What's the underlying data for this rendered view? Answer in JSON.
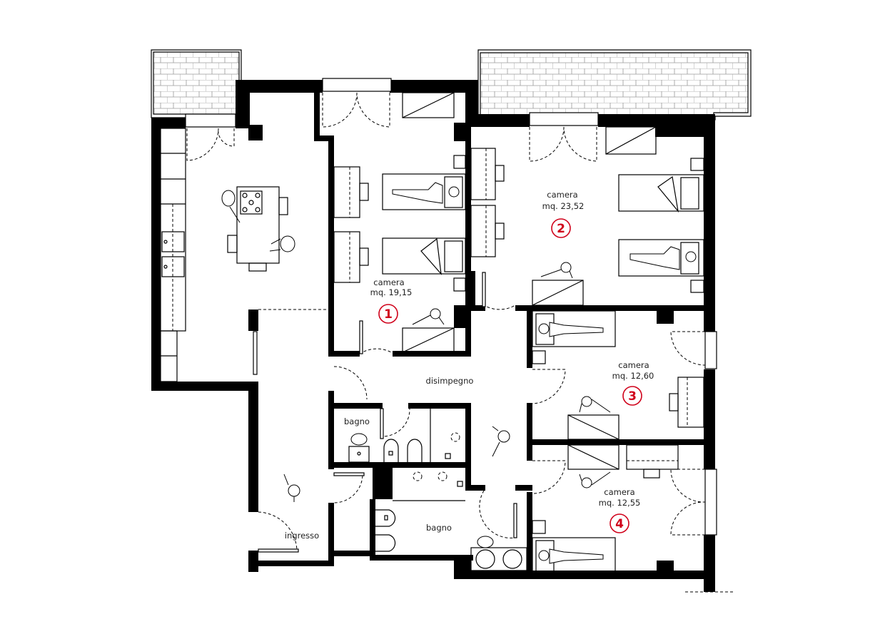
{
  "plan": {
    "rooms": [
      {
        "id": "camera-1",
        "name": "camera",
        "area": "mq. 19,15",
        "number": "1"
      },
      {
        "id": "camera-2",
        "name": "camera",
        "area": "mq. 23,52",
        "number": "2"
      },
      {
        "id": "camera-3",
        "name": "camera",
        "area": "mq. 12,60",
        "number": "3"
      },
      {
        "id": "camera-4",
        "name": "camera",
        "area": "mq. 12,55",
        "number": "4"
      },
      {
        "id": "disimpegno",
        "name": "disimpegno"
      },
      {
        "id": "bagno-small",
        "name": "bagno"
      },
      {
        "id": "bagno-large",
        "name": "bagno"
      },
      {
        "id": "ingresso",
        "name": "ingresso"
      }
    ],
    "colors": {
      "walls": "#000000",
      "room_number": "#d0021b",
      "background": "#ffffff"
    }
  }
}
